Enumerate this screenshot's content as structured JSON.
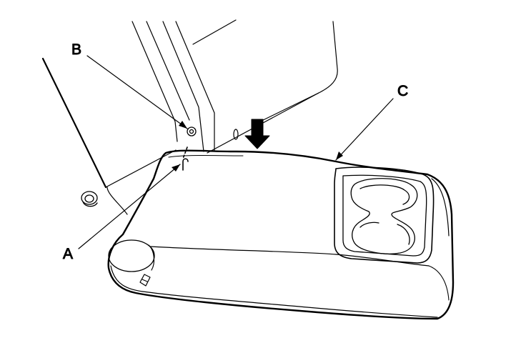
{
  "callouts": {
    "a": {
      "label": "A"
    },
    "b": {
      "label": "B"
    },
    "c": {
      "label": "C"
    }
  },
  "colors": {
    "line": "#000000",
    "background": "#ffffff",
    "arrow": "#000000"
  }
}
